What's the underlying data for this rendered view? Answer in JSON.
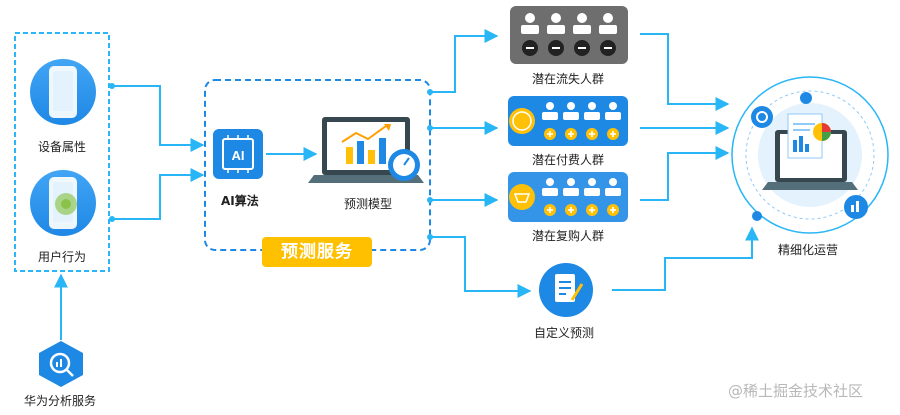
{
  "inputs": {
    "device_label": "设备属性",
    "behavior_label": "用户行为",
    "source_label": "华为分析服务"
  },
  "service": {
    "algo_label": "AI算法",
    "chip_text": "AI",
    "model_label": "预测模型",
    "badge": "预测服务"
  },
  "groups": {
    "churn_label": "潜在流失人群",
    "paying_label": "潜在付费人群",
    "repurchase_label": "潜在复购人群",
    "custom_label": "自定义预测"
  },
  "operation": {
    "label": "精细化运营"
  },
  "watermark": "@稀土掘金技术社区",
  "colors": {
    "accent": "#1e88e5",
    "line": "#29b6f6",
    "badge": "#ffc000",
    "churn_panel": "#6e6e6e",
    "plus": "#ffc107"
  }
}
